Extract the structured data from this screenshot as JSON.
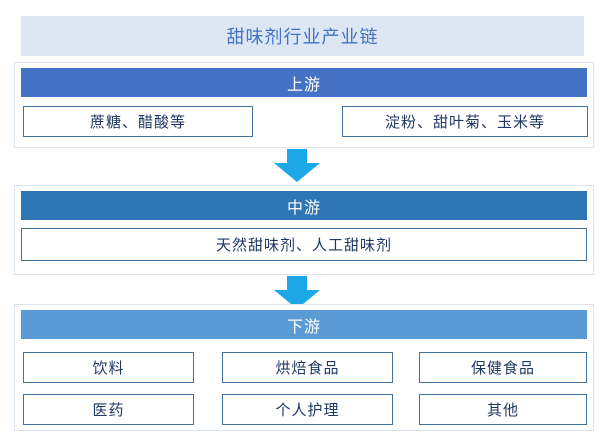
{
  "title": "甜味剂行业产业链",
  "colors": {
    "title_bg": "#dce7f3",
    "title_text": "#4472c4",
    "upstream_bar": "#4472c4",
    "midstream_bar": "#2e75b6",
    "downstream_bar": "#5b9bd5",
    "arrow": "#1ba7e8",
    "box_border": "#41719c",
    "box_text": "#1f3864",
    "section_border": "#dbe3ec"
  },
  "sections": [
    {
      "id": "upstream",
      "label": "上游",
      "items": [
        "蔗糖、醋酸等",
        "淀粉、甜叶菊、玉米等"
      ]
    },
    {
      "id": "midstream",
      "label": "中游",
      "items": [
        "天然甜味剂、人工甜味剂"
      ]
    },
    {
      "id": "downstream",
      "label": "下游",
      "items": [
        "饮料",
        "烘焙食品",
        "保健食品",
        "医药",
        "个人护理",
        "其他"
      ]
    }
  ]
}
